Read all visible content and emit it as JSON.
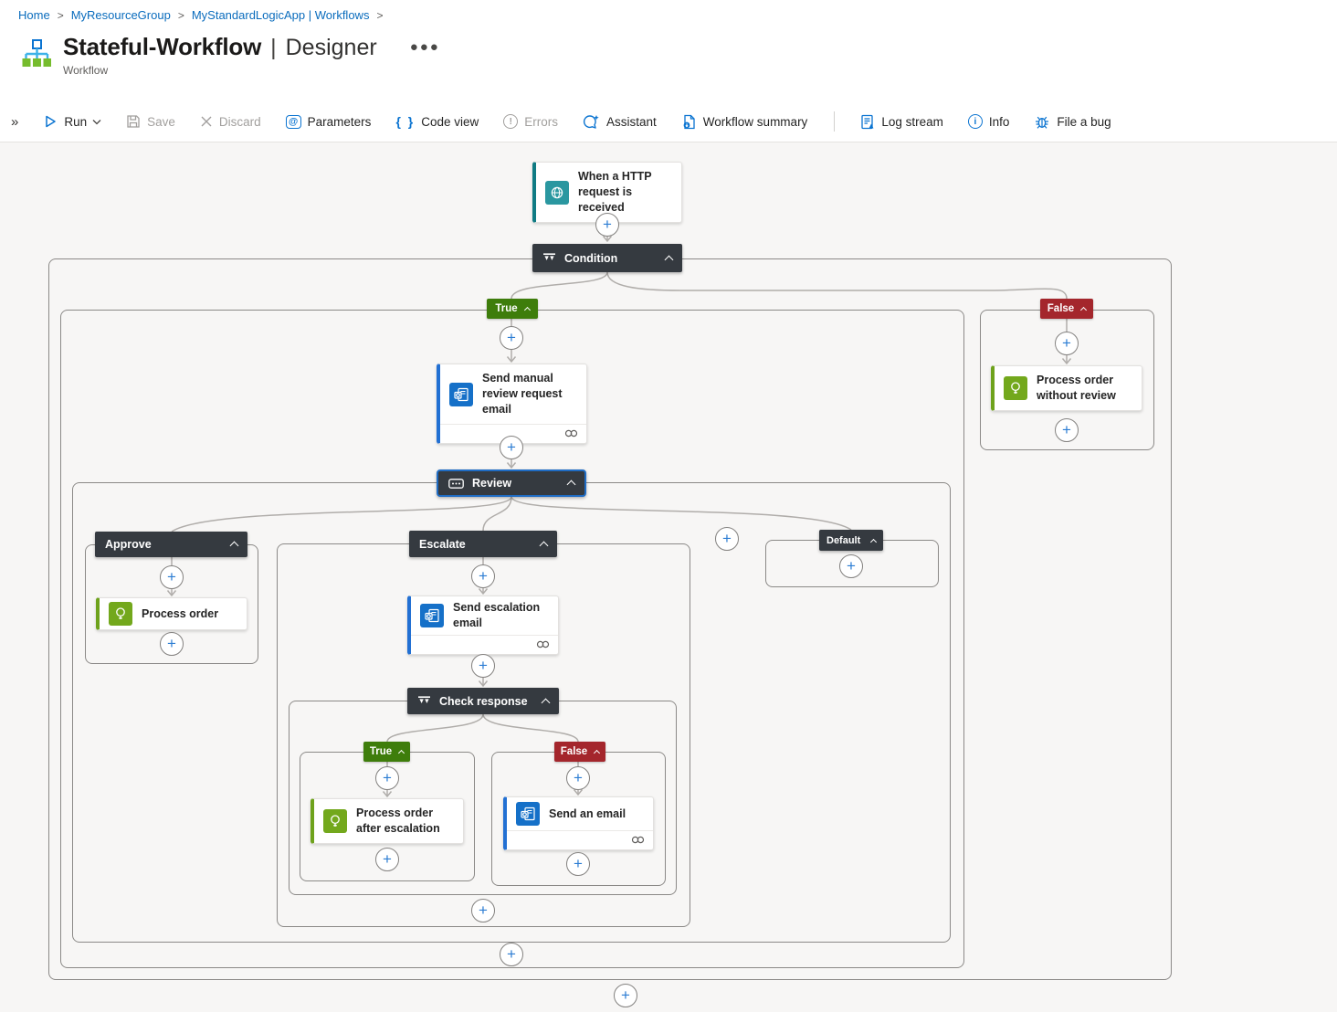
{
  "breadcrumb": {
    "items": [
      {
        "label": "Home"
      },
      {
        "label": "MyResourceGroup"
      },
      {
        "label": "MyStandardLogicApp | Workflows"
      }
    ]
  },
  "header": {
    "title": "Stateful-Workflow",
    "divider": "|",
    "view_label": "Designer",
    "type_label": "Workflow"
  },
  "toolbar": {
    "items": [
      {
        "label": "Run",
        "enabled": true
      },
      {
        "label": "Save",
        "enabled": false
      },
      {
        "label": "Discard",
        "enabled": false
      },
      {
        "label": "Parameters",
        "enabled": true
      },
      {
        "label": "Code view",
        "enabled": true
      },
      {
        "label": "Errors",
        "enabled": false
      },
      {
        "label": "Assistant",
        "enabled": true
      },
      {
        "label": "Workflow summary",
        "enabled": true
      },
      {
        "label": "Log stream",
        "enabled": true
      },
      {
        "label": "Info",
        "enabled": true
      },
      {
        "label": "File a bug",
        "enabled": true
      }
    ]
  },
  "diagram": {
    "trigger_title": "When a HTTP request is received",
    "condition_title": "Condition",
    "true_label": "True",
    "false_label": "False",
    "send_manual_review_title": "Send manual review request email",
    "review_title": "Review",
    "approve_label": "Approve",
    "escalate_label": "Escalate",
    "default_label": "Default",
    "process_order_title": "Process order",
    "send_escalation_title": "Send escalation email",
    "check_response_title": "Check response",
    "inner_true_label": "True",
    "inner_false_label": "False",
    "process_after_title": "Process order after escalation",
    "send_email_title": "Send an email",
    "process_without_title": "Process order without review"
  },
  "colors": {
    "link_blue": "#0a6cbd",
    "icon_blue": "#0b74d1",
    "true_green": "#3e7d0b",
    "false_red": "#a4262c",
    "trigger_teal": "#0f7b83",
    "outlook_blue": "#1570c8",
    "process_green": "#6ea21c",
    "dark_header": "#353a40",
    "selection_blue": "#1f6cc4",
    "canvas_bg": "#f7f6f5"
  }
}
